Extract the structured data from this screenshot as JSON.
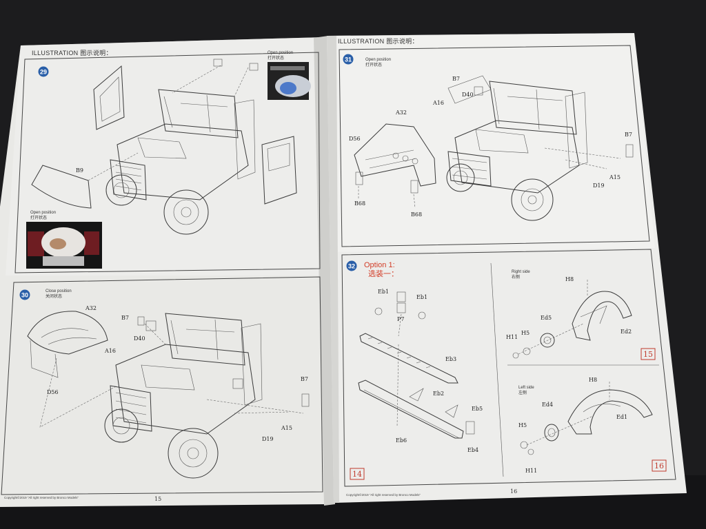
{
  "left_page": {
    "header": "ILLUSTRATION 图示说明：",
    "footer": "Copyright©2019 “All right reserved by Bronco Models”",
    "page_number": "15",
    "step29": {
      "number": "29",
      "callout_top": "Open position",
      "callout_top_cn": "打开状态",
      "callout_bottom": "Open position",
      "callout_bottom_cn": "打开状态",
      "labels": [
        "B9"
      ]
    },
    "step30": {
      "number": "30",
      "title": "Close position",
      "title_cn": "关闭状态",
      "labels": [
        "A32",
        "B7",
        "D40",
        "A16",
        "D56",
        "B7",
        "D19",
        "A15"
      ]
    }
  },
  "right_page": {
    "header": "ILLUSTRATION 图示说明：",
    "footer": "Copyright©2019 “All right reserved by Bronco Models”",
    "page_number": "16",
    "step31": {
      "number": "31",
      "title": "Open position",
      "title_cn": "打开状态",
      "labels": [
        "B7",
        "D40",
        "A16",
        "A32",
        "D56",
        "B68",
        "B68",
        "B7",
        "D19",
        "A15"
      ]
    },
    "step32": {
      "number": "32",
      "option": "Option 1:",
      "option_cn": "选装一：",
      "labels": [
        "Eb1",
        "Eb1",
        "P7",
        "Eb3",
        "Eb2",
        "Eb5",
        "Eb6",
        "Eb4"
      ],
      "red_box": "14",
      "right_side": {
        "title": "Right side",
        "title_cn": "右侧",
        "labels": [
          "H8",
          "Ed5",
          "H11",
          "H5",
          "Ed2"
        ],
        "red_box": "15"
      },
      "left_side": {
        "title": "Left side",
        "title_cn": "左侧",
        "labels": [
          "H8",
          "Ed4",
          "H5",
          "Ed1",
          "H11"
        ],
        "red_box": "16"
      }
    }
  },
  "colors": {
    "background": "#1c1c1e",
    "paper": "#f2f2f0",
    "step_badge": "#2a5fa8",
    "option_red": "#d23b25"
  }
}
